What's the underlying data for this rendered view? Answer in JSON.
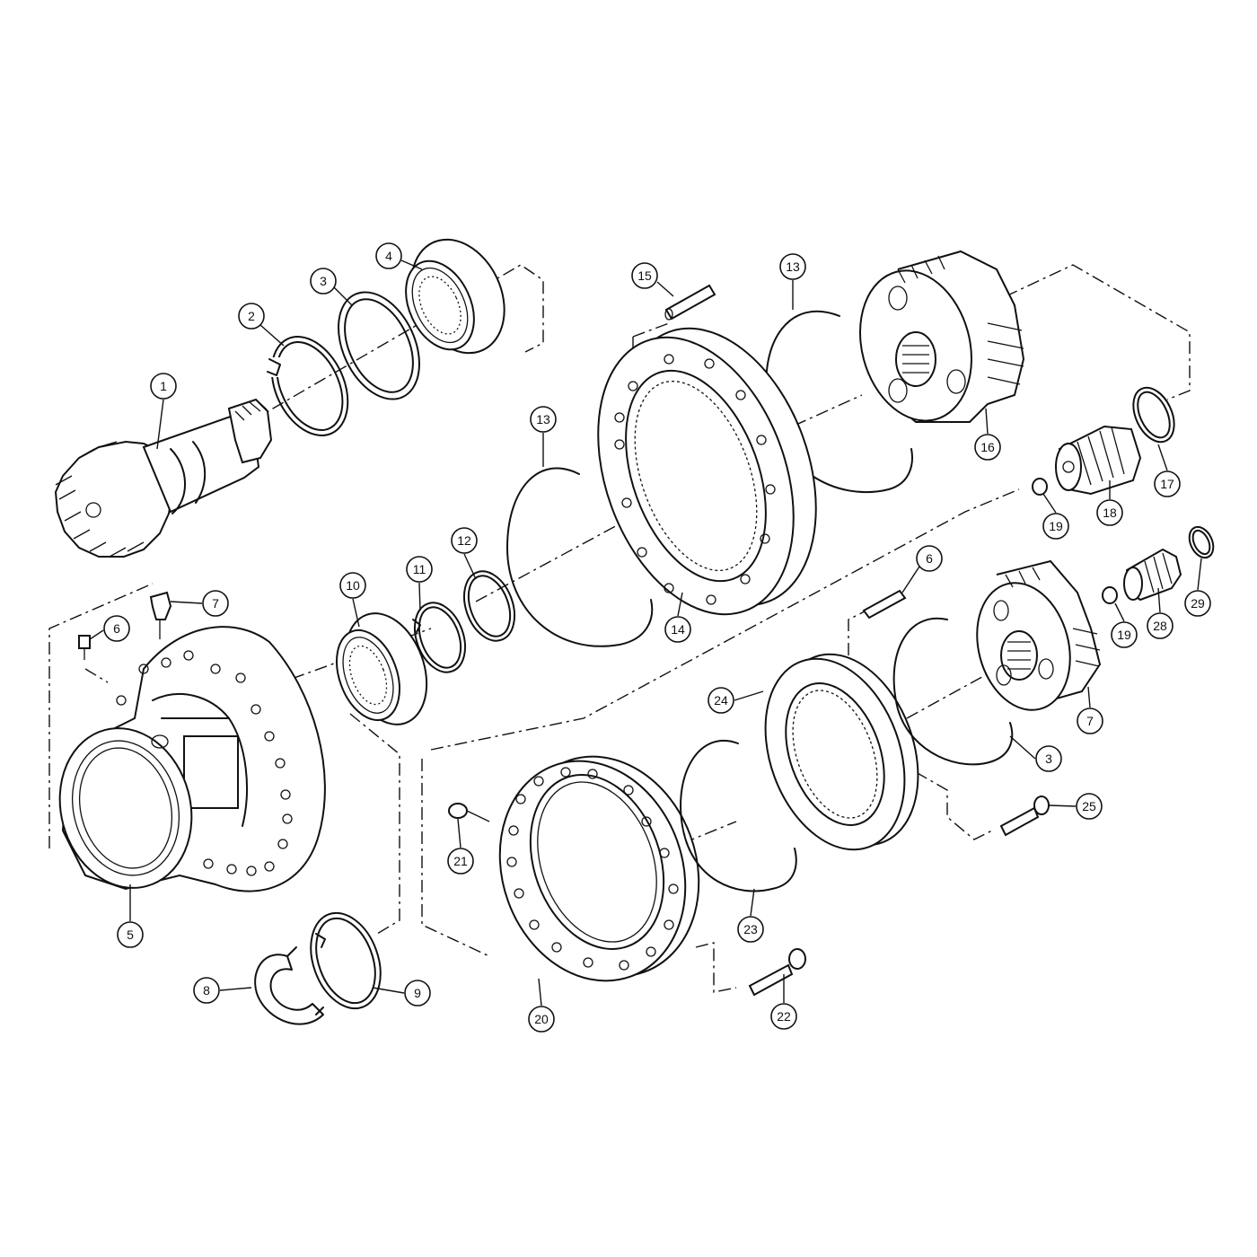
{
  "callouts": [
    {
      "label": "1"
    },
    {
      "label": "2"
    },
    {
      "label": "3"
    },
    {
      "label": "4"
    },
    {
      "label": "5"
    },
    {
      "label": "6"
    },
    {
      "label": "7"
    },
    {
      "label": "8"
    },
    {
      "label": "9"
    },
    {
      "label": "10"
    },
    {
      "label": "11"
    },
    {
      "label": "12"
    },
    {
      "label": "13"
    },
    {
      "label": "13"
    },
    {
      "label": "14"
    },
    {
      "label": "15"
    },
    {
      "label": "16"
    },
    {
      "label": "17"
    },
    {
      "label": "18"
    },
    {
      "label": "19"
    },
    {
      "label": "19"
    },
    {
      "label": "20"
    },
    {
      "label": "21"
    },
    {
      "label": "22"
    },
    {
      "label": "23"
    },
    {
      "label": "24"
    },
    {
      "label": "25"
    },
    {
      "label": "6"
    },
    {
      "label": "7"
    },
    {
      "label": "3"
    },
    {
      "label": "28"
    },
    {
      "label": "29"
    }
  ]
}
